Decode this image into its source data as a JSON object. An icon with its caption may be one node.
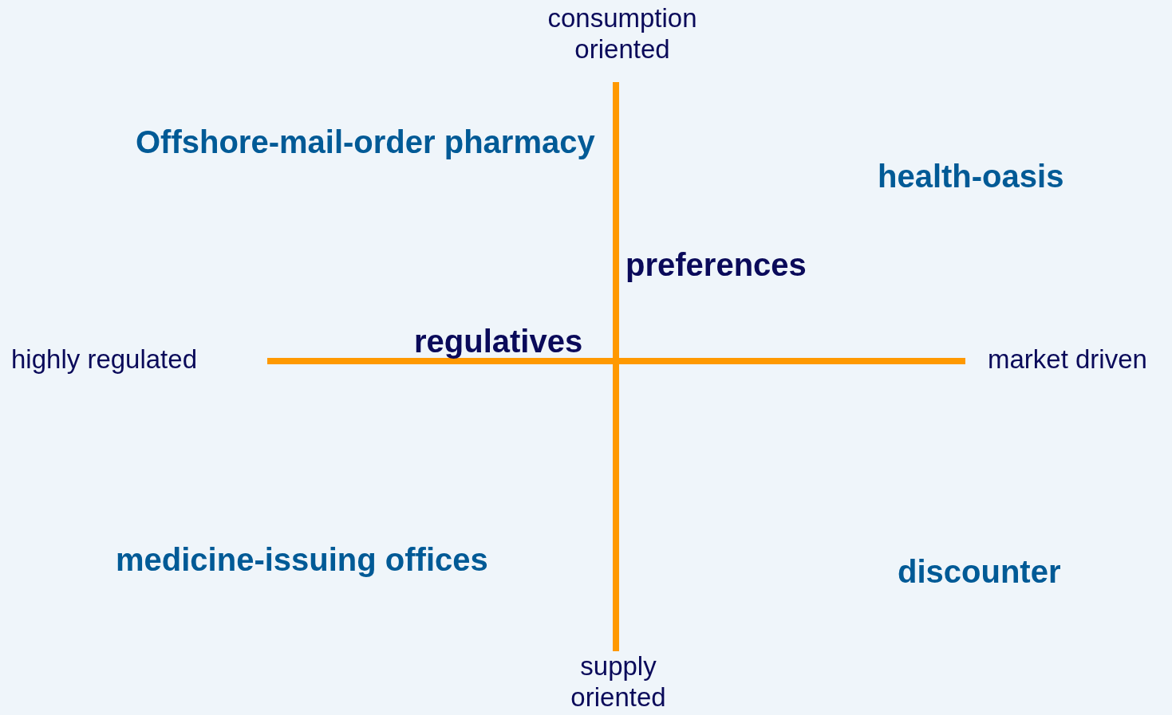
{
  "diagram": {
    "labels": [
      "consumption oriented",
      "Offshore-mail-order pharmacy",
      "health-oasis",
      "preferences",
      "highly regulated",
      "regulatives",
      "market driven",
      "medicine-issuing offices",
      "discounter",
      "supply oriented"
    ]
  }
}
